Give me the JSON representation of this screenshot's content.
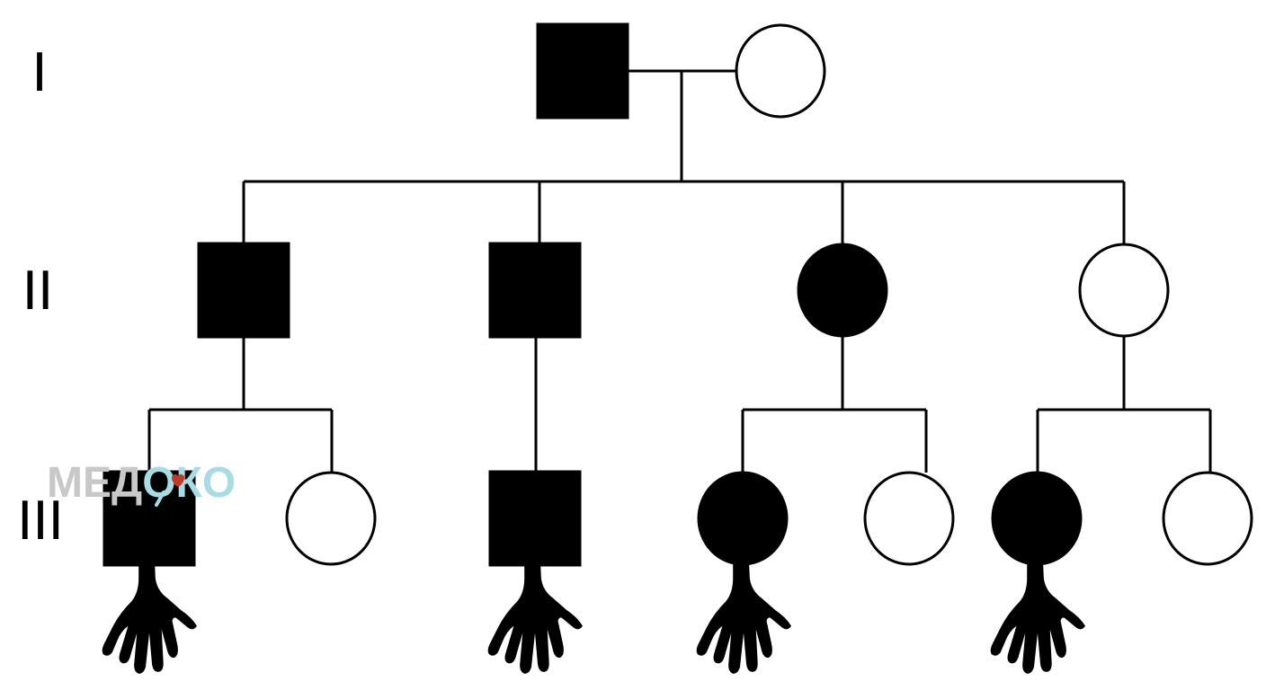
{
  "pedigree": {
    "generations": [
      {
        "label": "I"
      },
      {
        "label": "II"
      },
      {
        "label": "III"
      }
    ],
    "individuals": [
      {
        "id": "I-1",
        "sex": "male",
        "affected": true
      },
      {
        "id": "I-2",
        "sex": "female",
        "affected": false
      },
      {
        "id": "II-1",
        "sex": "male",
        "affected": true
      },
      {
        "id": "II-2",
        "sex": "male",
        "affected": true
      },
      {
        "id": "II-3",
        "sex": "female",
        "affected": true
      },
      {
        "id": "II-4",
        "sex": "female",
        "affected": false
      },
      {
        "id": "III-1",
        "sex": "male",
        "affected": true,
        "hand_icon": true
      },
      {
        "id": "III-2",
        "sex": "female",
        "affected": false
      },
      {
        "id": "III-3",
        "sex": "male",
        "affected": true,
        "hand_icon": true
      },
      {
        "id": "III-4",
        "sex": "female",
        "affected": true,
        "hand_icon": true
      },
      {
        "id": "III-5",
        "sex": "female",
        "affected": false
      },
      {
        "id": "III-6",
        "sex": "female",
        "affected": true,
        "hand_icon": true
      },
      {
        "id": "III-7",
        "sex": "female",
        "affected": false
      }
    ],
    "colors": {
      "affected": "#000000",
      "unaffected": "#ffffff",
      "line": "#000000"
    }
  },
  "watermark": {
    "part1": "МЕД",
    "part2": "ОКО",
    "colors": {
      "part1": "#c8c8c8",
      "part2": "#a8dce4",
      "heart": "#c0392b"
    }
  }
}
